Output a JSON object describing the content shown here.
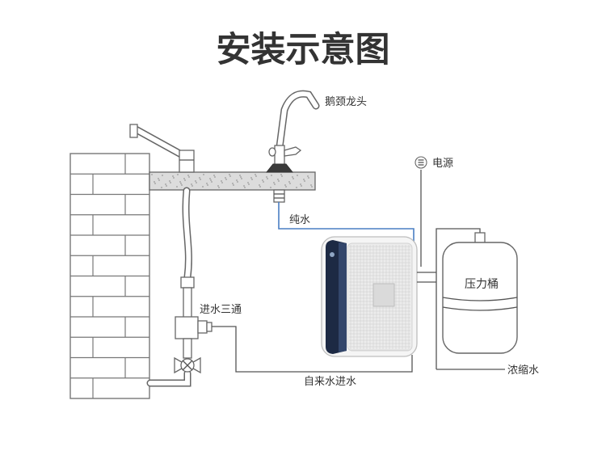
{
  "title": "安装示意图",
  "labels": {
    "gooseneck_faucet": "鹅颈龙头",
    "power": "电源",
    "pure_water": "纯水",
    "pressure_tank": "压力桶",
    "inlet_tee": "进水三通",
    "tap_water_inlet": "自来水进水",
    "concentrate_water": "浓缩水"
  },
  "icons": {
    "power": "power-icon"
  },
  "colors": {
    "line": "#555555",
    "pure_water_pipe": "#4a7fc3",
    "purifier_panel": "#1d2a44",
    "title": "#333333"
  }
}
